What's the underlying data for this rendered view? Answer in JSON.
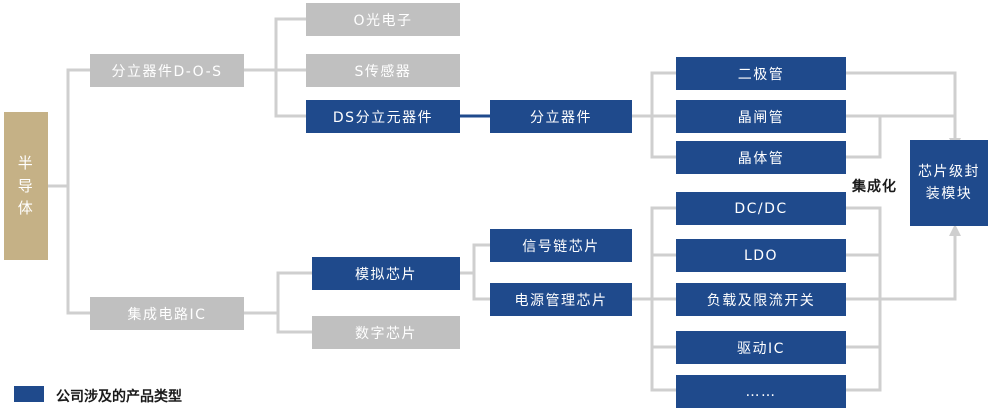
{
  "nodes": {
    "semiconductor": [
      "半",
      "导",
      "体"
    ],
    "discrete_dos": "分立器件D-O-S",
    "optoelectronic": "O光电子",
    "sensor": "S传感器",
    "ds_discrete": "DS分立元器件",
    "discrete_device": "分立器件",
    "diode": "二极管",
    "thyristor": "晶闸管",
    "transistor": "晶体管",
    "chip_packaging": [
      "芯片级封",
      "装模块"
    ],
    "integration": "集成化",
    "ic": "集成电路IC",
    "analog_chip": "模拟芯片",
    "digital_chip": "数字芯片",
    "signal_chain": "信号链芯片",
    "power_mgmt": "电源管理芯片",
    "dcdc": "DC/DC",
    "ldo": "LDO",
    "load_switch": "负载及限流开关",
    "driver_ic": "驱动IC",
    "ellipsis": "……"
  },
  "legend": {
    "label": "公司涉及的产品类型",
    "color": "#1f4a8c"
  },
  "colors": {
    "blue": "#1f4a8c",
    "gray": "#c0c0c0",
    "tan": "#c5b186",
    "line": "#cfcfcf"
  }
}
